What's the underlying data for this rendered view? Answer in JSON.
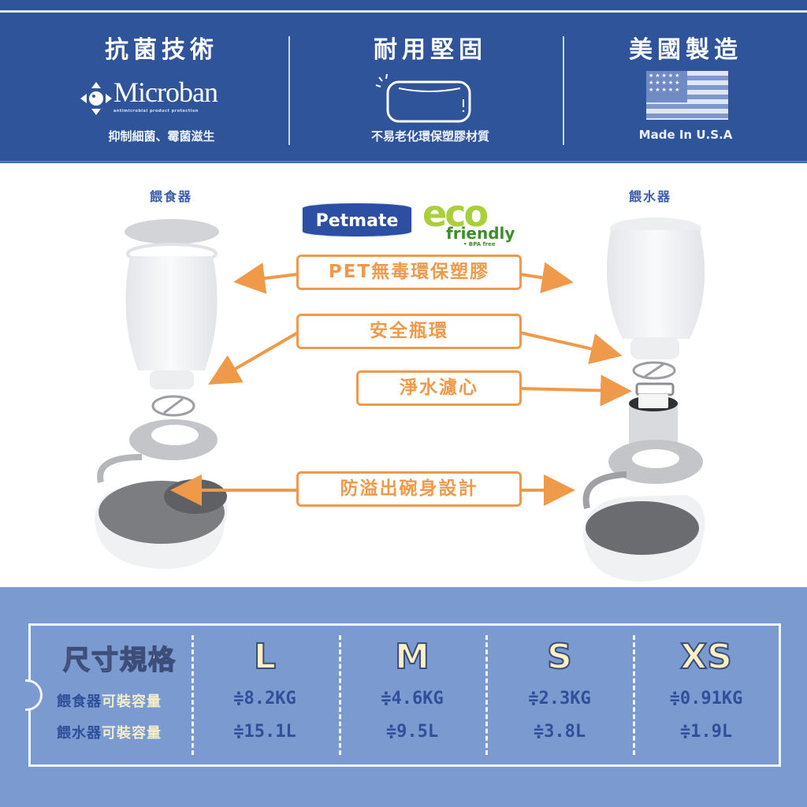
{
  "banner": {
    "features": [
      {
        "title": "抗菌技術",
        "logo": "Microban",
        "logo_tagline": "antimicrobial product protection",
        "subtitle": "抑制細菌、霉菌滋生",
        "icon": "microban-logo"
      },
      {
        "title": "耐用堅固",
        "subtitle": "不易老化環保塑膠材質",
        "icon": "durable-container-icon"
      },
      {
        "title": "美國製造",
        "subtitle": "Made In U.S.A",
        "icon": "usa-flag-icon"
      }
    ],
    "colors": {
      "background": "#2f549a",
      "text": "#ffffff"
    }
  },
  "diagram": {
    "left_product": "餵食器",
    "right_product": "餵水器",
    "brand_logo": "Petmate",
    "eco_logo": {
      "word": "eco",
      "friendly": "friendly",
      "note": "• BPA free"
    },
    "callouts": [
      {
        "label": "PET無毒環保塑膠"
      },
      {
        "label": "安全瓶環"
      },
      {
        "label": "淨水濾心"
      },
      {
        "label": "防溢出碗身設計"
      }
    ],
    "colors": {
      "callout": "#ef9a4a",
      "label": "#3a5ea8"
    }
  },
  "spec": {
    "title": "尺寸規格",
    "rows": [
      {
        "label_a": "餵食器",
        "label_b": "可裝容量"
      },
      {
        "label_a": "餵水器",
        "label_b": "可裝容量"
      }
    ],
    "sizes": [
      {
        "size": "L",
        "food": "≑8.2KG",
        "water": "≑15.1L"
      },
      {
        "size": "M",
        "food": "≑4.6KG",
        "water": "≑9.5L"
      },
      {
        "size": "S",
        "food": "≑2.3KG",
        "water": "≑3.8L"
      },
      {
        "size": "XS",
        "food": "≑0.91KG",
        "water": "≑1.9L"
      }
    ],
    "colors": {
      "background": "#7b9ad0",
      "value": "#2f4f9a",
      "heading": "#fbf1c2"
    }
  }
}
